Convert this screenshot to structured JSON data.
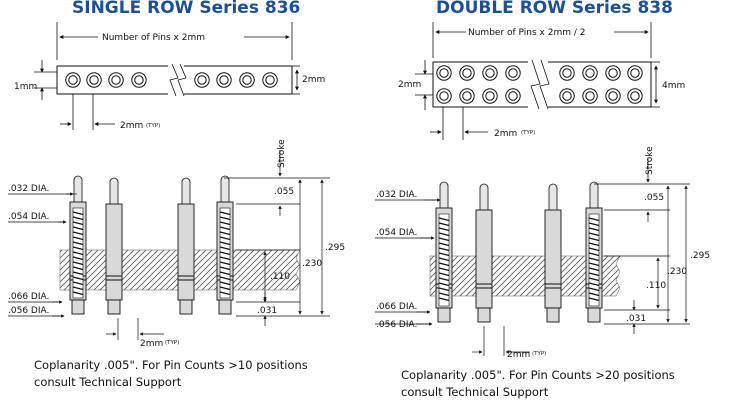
{
  "single_row": {
    "title": "SINGLE ROW Series 836",
    "pins_label": "Number of Pins x 2mm",
    "height_label": "2mm",
    "pitch_left_label": "1mm",
    "pitch_label": "2mm",
    "typ": "(TYP)",
    "stroke": "Stroke",
    "dia_032": ".032 DIA.",
    "dia_054": ".054 DIA.",
    "dia_066": ".066 DIA.",
    "dia_056": ".056 DIA.",
    "dim_055": ".055",
    "dim_295": ".295",
    "dim_230": ".230",
    "dim_110": ".110",
    "dim_031": ".031",
    "bottom_pitch": "2mm",
    "note_line1": "Coplanarity .005\". For Pin Counts >10 positions",
    "note_line2": "consult Technical Support"
  },
  "double_row": {
    "title": "DOUBLE ROW Series 838",
    "pins_label": "Number of Pins x 2mm / 2",
    "left_label": "2mm",
    "height_label": "4mm",
    "pitch_label": "2mm",
    "typ": "(TYP)",
    "stroke": "Stroke",
    "dia_032": ".032 DIA.",
    "dia_054": ".054 DIA.",
    "dia_066": ".066 DIA.",
    "dia_056": ".056 DIA.",
    "dim_055": ".055",
    "dim_295": ".295",
    "dim_230": ".230",
    "dim_110": ".110",
    "dim_031": ".031",
    "bottom_pitch": "2mm",
    "note_line1": "Coplanarity .005\". For Pin Counts >20 positions",
    "note_line2": "consult Technical Support"
  },
  "colors": {
    "title": "#1b4f9c",
    "line": "#111111",
    "pin_fill": "#d9d9d9",
    "hatch": "#555555"
  }
}
